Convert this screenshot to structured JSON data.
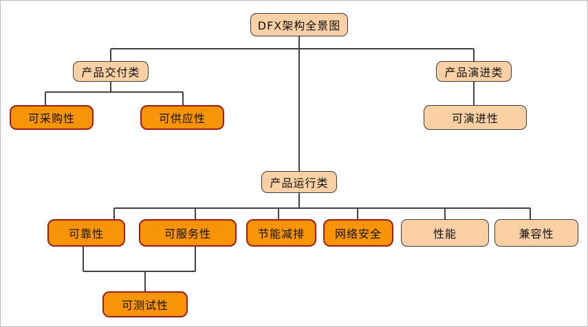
{
  "diagram": {
    "title": "DFX架构全景图",
    "colors": {
      "light_fill": "#fad0a4",
      "light_border": "#3a3a3a",
      "bright_fill": "#f89406",
      "bright_border": "#9e1a1a",
      "edge": "#404040",
      "canvas_border": "#b9b9b9",
      "background": "#ffffff"
    },
    "nodes": {
      "root": {
        "label": "DFX架构全景图"
      },
      "delivery_category": {
        "label": "产品交付类"
      },
      "evolution_category": {
        "label": "产品演进类"
      },
      "operation_category": {
        "label": "产品运行类"
      },
      "procurability": {
        "label": "可采购性"
      },
      "suppliability": {
        "label": "可供应性"
      },
      "evolvability": {
        "label": "可演进性"
      },
      "reliability": {
        "label": "可靠性"
      },
      "serviceability": {
        "label": "可服务性"
      },
      "energy_saving": {
        "label": "节能减排"
      },
      "network_security": {
        "label": "网络安全"
      },
      "performance": {
        "label": "性能"
      },
      "compatibility": {
        "label": "兼容性"
      },
      "testability": {
        "label": "可测试性"
      }
    }
  }
}
